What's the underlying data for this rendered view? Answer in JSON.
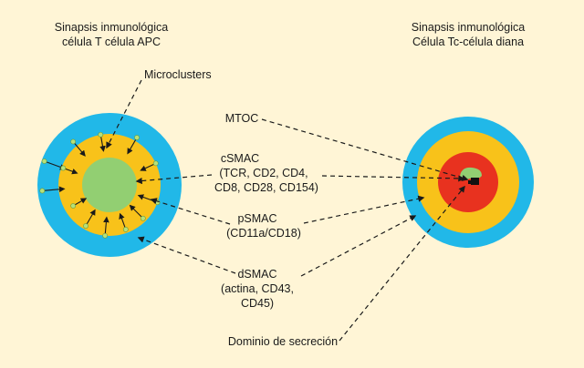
{
  "titles": {
    "left_line1": "Sinapsis inmunológica",
    "left_line2": "célula T célula APC",
    "right_line1": "Sinapsis inmunológica",
    "right_line2": "Célula Tc-célula diana"
  },
  "labels": {
    "microclusters": "Microclusters",
    "mtoc": "MTOC",
    "csmac_1": "cSMAC",
    "csmac_2": "(TCR, CD2, CD4,",
    "csmac_3": "CD8, CD28, CD154)",
    "psmac_1": "pSMAC",
    "psmac_2": "(CD11a/CD18)",
    "dsmac_1": "dSMAC",
    "dsmac_2": "(actina, CD43,",
    "dsmac_3": "CD45)",
    "secretion": "Dominio de secreción"
  },
  "colors": {
    "background": "#fff5d6",
    "dsmac_ring": "#21b8e8",
    "psmac_ring": "#f8c21a",
    "csmac_center": "#92cf72",
    "secretion_domain": "#e8321f",
    "microcluster_dot": "#b6e07a"
  }
}
